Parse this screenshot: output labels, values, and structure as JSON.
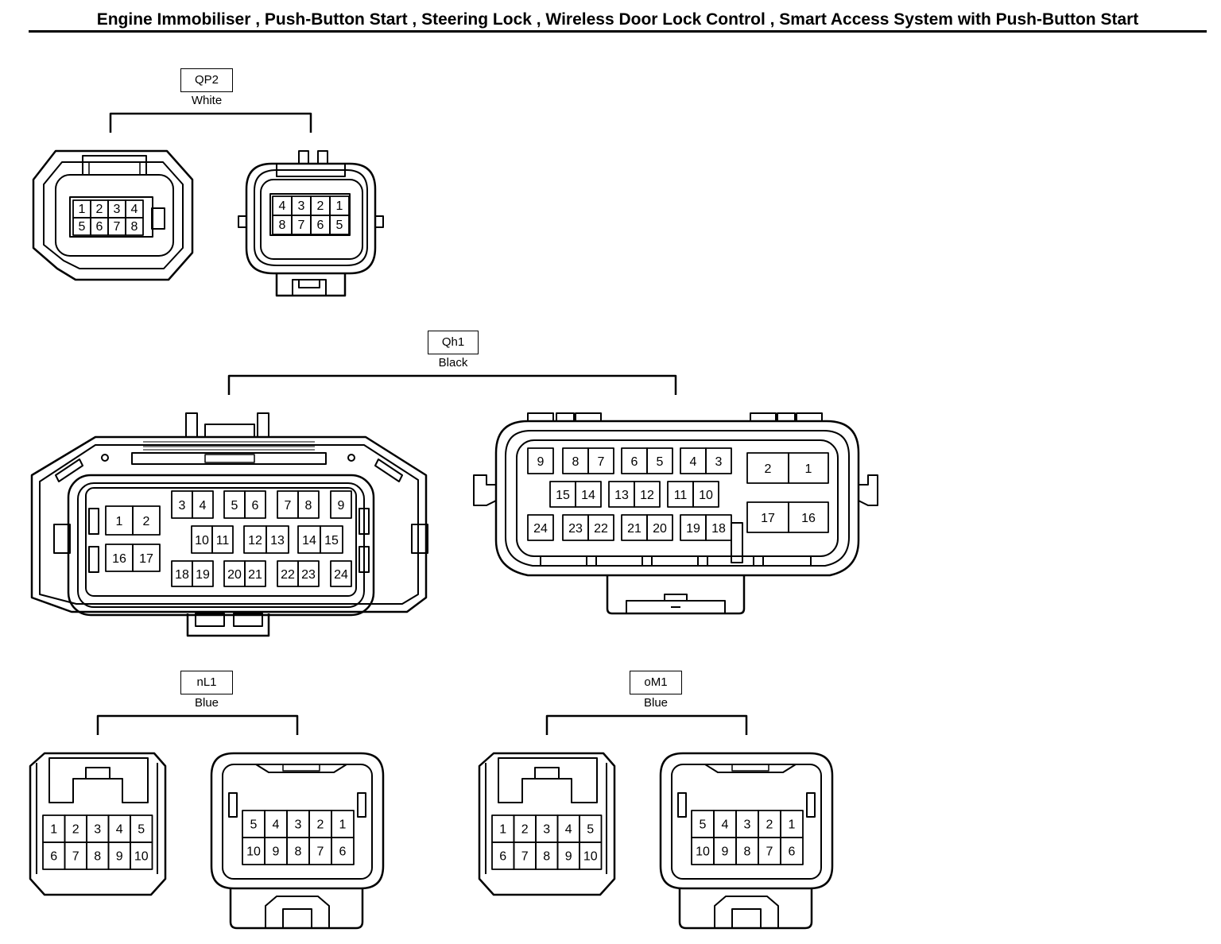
{
  "title": "Engine Immobiliser , Push-Button Start , Steering Lock , Wireless Door Lock Control , Smart Access System with Push-Button Start",
  "connectors": [
    {
      "id": "QP2",
      "color": "White",
      "female_pins": [
        "1",
        "2",
        "3",
        "4",
        "5",
        "6",
        "7",
        "8"
      ],
      "male_pins": [
        "4",
        "3",
        "2",
        "1",
        "8",
        "7",
        "6",
        "5"
      ]
    },
    {
      "id": "Qh1",
      "color": "Black",
      "female_pins": [
        "1",
        "2",
        "3",
        "4",
        "5",
        "6",
        "7",
        "8",
        "9",
        "10",
        "11",
        "12",
        "13",
        "14",
        "15",
        "16",
        "17",
        "18",
        "19",
        "20",
        "21",
        "22",
        "23",
        "24"
      ],
      "male_pins": [
        "9",
        "8",
        "7",
        "6",
        "5",
        "4",
        "3",
        "2",
        "1",
        "15",
        "14",
        "13",
        "12",
        "11",
        "10",
        "17",
        "16",
        "24",
        "23",
        "22",
        "21",
        "20",
        "19",
        "18"
      ]
    },
    {
      "id": "nL1",
      "color": "Blue",
      "female_pins": [
        "1",
        "2",
        "3",
        "4",
        "5",
        "6",
        "7",
        "8",
        "9",
        "10"
      ],
      "male_pins": [
        "5",
        "4",
        "3",
        "2",
        "1",
        "10",
        "9",
        "8",
        "7",
        "6"
      ]
    },
    {
      "id": "oM1",
      "color": "Blue",
      "female_pins": [
        "1",
        "2",
        "3",
        "4",
        "5",
        "6",
        "7",
        "8",
        "9",
        "10"
      ],
      "male_pins": [
        "5",
        "4",
        "3",
        "2",
        "1",
        "10",
        "9",
        "8",
        "7",
        "6"
      ]
    }
  ]
}
